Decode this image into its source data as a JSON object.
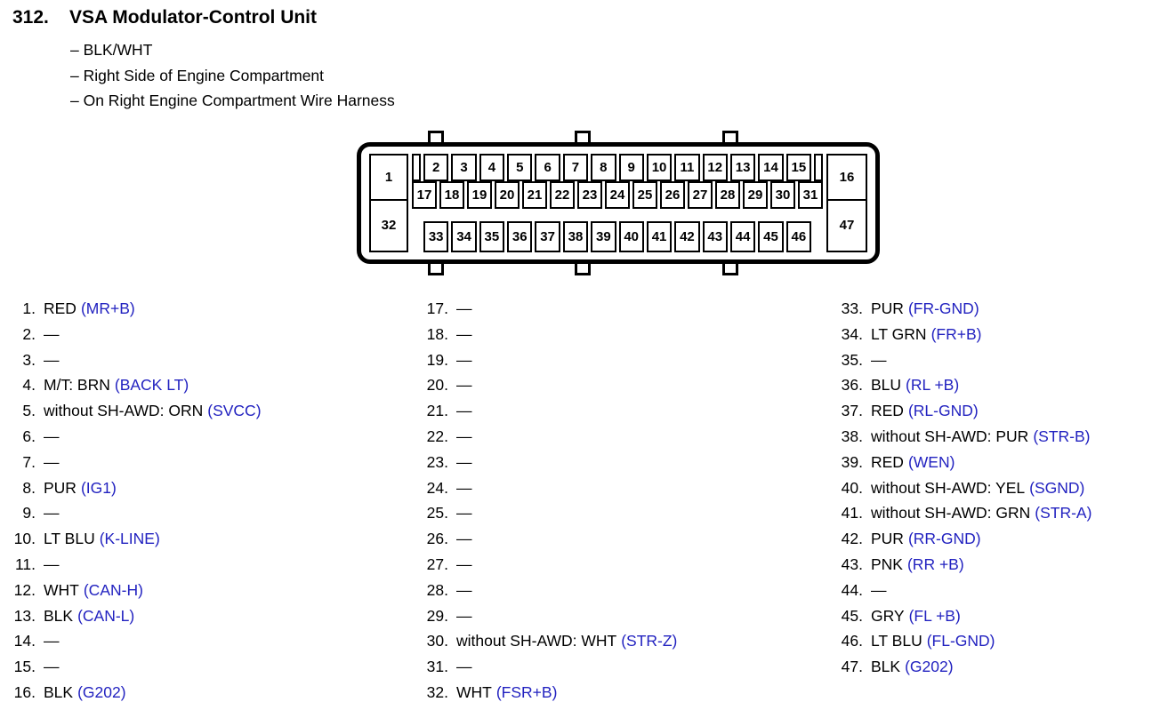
{
  "header": {
    "number": "312.",
    "title": "VSA Modulator-Control Unit",
    "subtitles": [
      "– BLK/WHT",
      "– Right Side of Engine Compartment",
      "– On Right Engine Compartment Wire Harness"
    ]
  },
  "colors": {
    "ink": "#000000",
    "signal_blue": "#2222c0"
  },
  "connector": {
    "left_cells": [
      "1",
      "32"
    ],
    "right_cells": [
      "16",
      "47"
    ],
    "rows": [
      {
        "cells": [
          "2",
          "3",
          "4",
          "5",
          "6",
          "7",
          "8",
          "9",
          "10",
          "11",
          "12",
          "13",
          "14",
          "15"
        ],
        "end_spacers": true
      },
      {
        "cells": [
          "17",
          "18",
          "19",
          "20",
          "21",
          "22",
          "23",
          "24",
          "25",
          "26",
          "27",
          "28",
          "29",
          "30",
          "31"
        ],
        "end_spacers": false
      },
      {
        "cells": [
          "33",
          "34",
          "35",
          "36",
          "37",
          "38",
          "39",
          "40",
          "41",
          "42",
          "43",
          "44",
          "45",
          "46"
        ],
        "end_spacers": false
      }
    ]
  },
  "pin_lists": {
    "columns": [
      {
        "pins": [
          {
            "num": "1.",
            "label": "RED",
            "signal": "(MR+B)"
          },
          {
            "num": "2.",
            "label": "—",
            "signal": ""
          },
          {
            "num": "3.",
            "label": "—",
            "signal": ""
          },
          {
            "num": "4.",
            "label": "M/T: BRN",
            "signal": "(BACK LT)"
          },
          {
            "num": "5.",
            "label": "without SH-AWD: ORN",
            "signal": "(SVCC)"
          },
          {
            "num": "6.",
            "label": "—",
            "signal": ""
          },
          {
            "num": "7.",
            "label": "—",
            "signal": ""
          },
          {
            "num": "8.",
            "label": "PUR",
            "signal": "(IG1)"
          },
          {
            "num": "9.",
            "label": "—",
            "signal": ""
          },
          {
            "num": "10.",
            "label": "LT BLU",
            "signal": "(K-LINE)"
          },
          {
            "num": "11.",
            "label": "—",
            "signal": ""
          },
          {
            "num": "12.",
            "label": "WHT",
            "signal": "(CAN-H)"
          },
          {
            "num": "13.",
            "label": "BLK",
            "signal": "(CAN-L)"
          },
          {
            "num": "14.",
            "label": "—",
            "signal": ""
          },
          {
            "num": "15.",
            "label": "—",
            "signal": ""
          },
          {
            "num": "16.",
            "label": "BLK",
            "signal": "(G202)"
          }
        ]
      },
      {
        "pins": [
          {
            "num": "17.",
            "label": "—",
            "signal": ""
          },
          {
            "num": "18.",
            "label": "—",
            "signal": ""
          },
          {
            "num": "19.",
            "label": "—",
            "signal": ""
          },
          {
            "num": "20.",
            "label": "—",
            "signal": ""
          },
          {
            "num": "21.",
            "label": "—",
            "signal": ""
          },
          {
            "num": "22.",
            "label": "—",
            "signal": ""
          },
          {
            "num": "23.",
            "label": "—",
            "signal": ""
          },
          {
            "num": "24.",
            "label": "—",
            "signal": ""
          },
          {
            "num": "25.",
            "label": "—",
            "signal": ""
          },
          {
            "num": "26.",
            "label": "—",
            "signal": ""
          },
          {
            "num": "27.",
            "label": "—",
            "signal": ""
          },
          {
            "num": "28.",
            "label": "—",
            "signal": ""
          },
          {
            "num": "29.",
            "label": "—",
            "signal": ""
          },
          {
            "num": "30.",
            "label": "without SH-AWD: WHT",
            "signal": "(STR-Z)"
          },
          {
            "num": "31.",
            "label": "—",
            "signal": ""
          },
          {
            "num": "32.",
            "label": "WHT",
            "signal": "(FSR+B)"
          }
        ]
      },
      {
        "pins": [
          {
            "num": "33.",
            "label": "PUR",
            "signal": "(FR-GND)"
          },
          {
            "num": "34.",
            "label": "LT GRN",
            "signal": "(FR+B)"
          },
          {
            "num": "35.",
            "label": "—",
            "signal": ""
          },
          {
            "num": "36.",
            "label": "BLU",
            "signal": "(RL +B)"
          },
          {
            "num": "37.",
            "label": "RED",
            "signal": "(RL-GND)"
          },
          {
            "num": "38.",
            "label": "without SH-AWD: PUR",
            "signal": "(STR-B)"
          },
          {
            "num": "39.",
            "label": "RED",
            "signal": "(WEN)"
          },
          {
            "num": "40.",
            "label": "without SH-AWD: YEL",
            "signal": "(SGND)"
          },
          {
            "num": "41.",
            "label": "without SH-AWD: GRN",
            "signal": "(STR-A)"
          },
          {
            "num": "42.",
            "label": "PUR",
            "signal": "(RR-GND)"
          },
          {
            "num": "43.",
            "label": "PNK",
            "signal": "(RR +B)"
          },
          {
            "num": "44.",
            "label": "—",
            "signal": ""
          },
          {
            "num": "45.",
            "label": "GRY",
            "signal": "(FL +B)"
          },
          {
            "num": "46.",
            "label": "LT BLU",
            "signal": "(FL-GND)"
          },
          {
            "num": "47.",
            "label": "BLK",
            "signal": "(G202)"
          }
        ]
      }
    ]
  }
}
